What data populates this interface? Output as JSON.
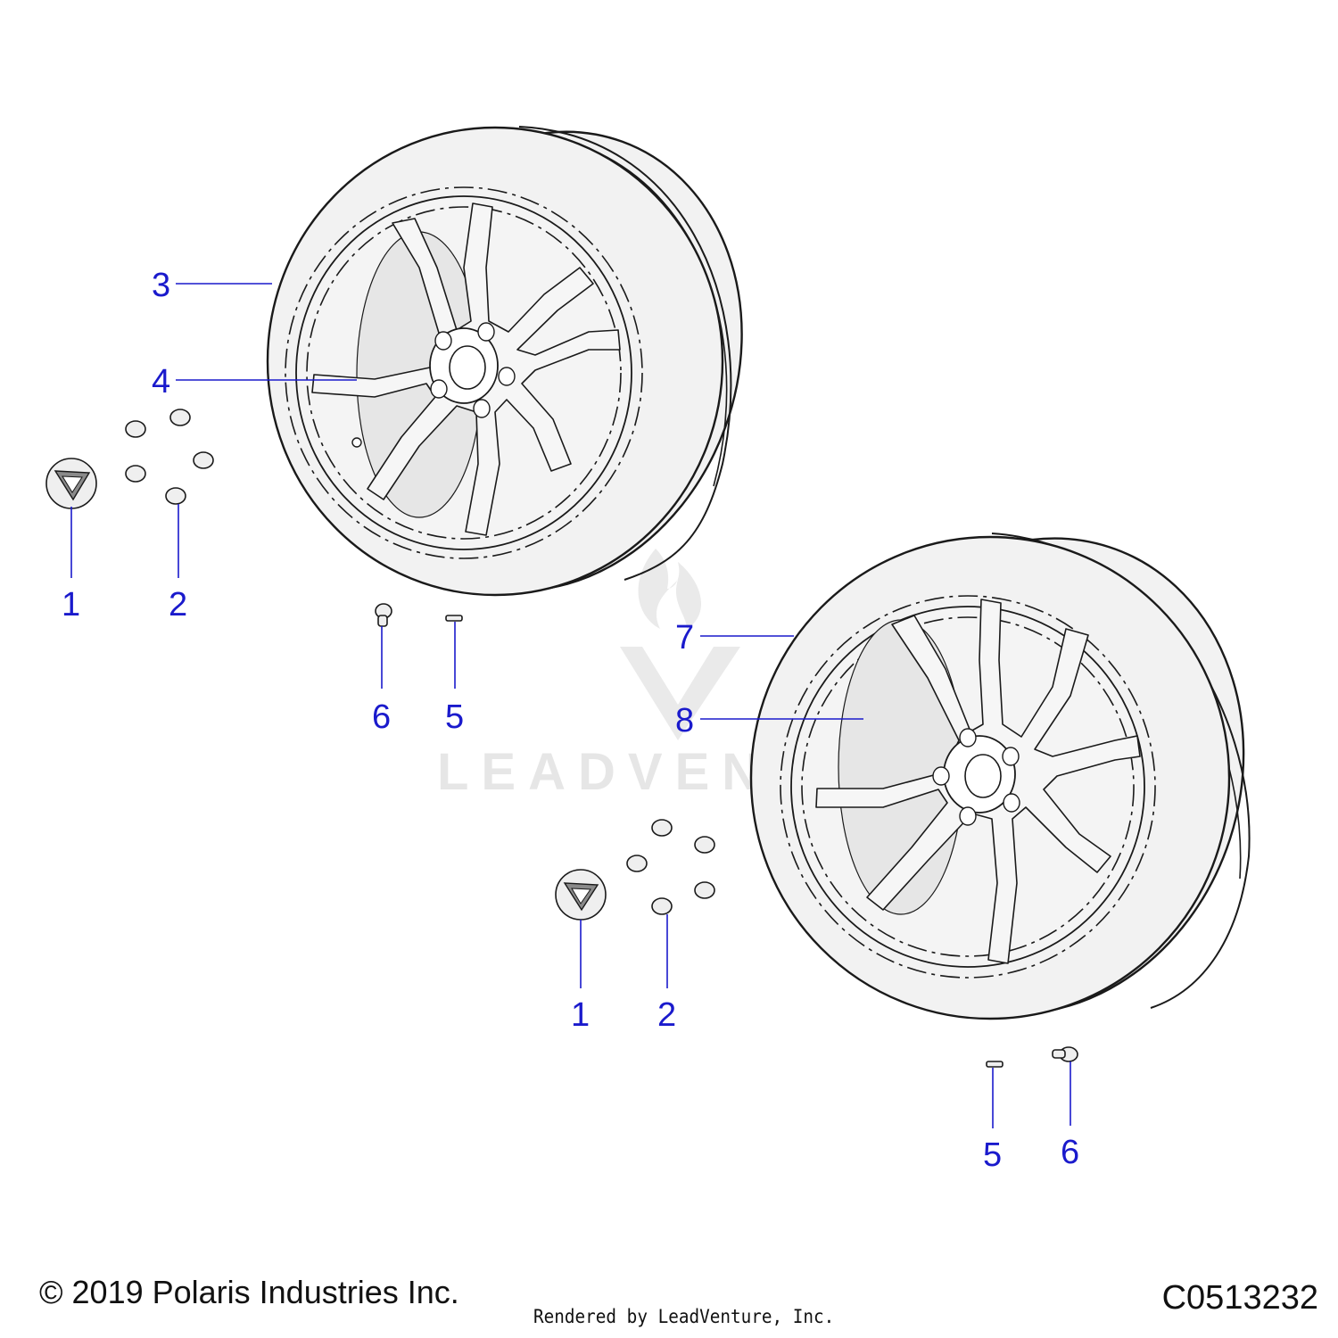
{
  "diagram": {
    "callouts": {
      "c3": "3",
      "c4": "4",
      "c1a": "1",
      "c2a": "2",
      "c6a": "6",
      "c5a": "5",
      "c7": "7",
      "c8": "8",
      "c1b": "1",
      "c2b": "2",
      "c5b": "5",
      "c6b": "6"
    },
    "watermark": "LEADVENTURE",
    "watermark_logo": "leadventure-flame-logo"
  },
  "footer": {
    "copyright": "© 2019 Polaris Industries Inc.",
    "rendered_by": "Rendered by LeadVenture, Inc.",
    "diagram_code": "C0513232"
  },
  "colors": {
    "callout": "#1a1acc",
    "line": "#1a1a1a",
    "part_fill": "#f2f2f2",
    "watermark": "#e6e6e6"
  }
}
